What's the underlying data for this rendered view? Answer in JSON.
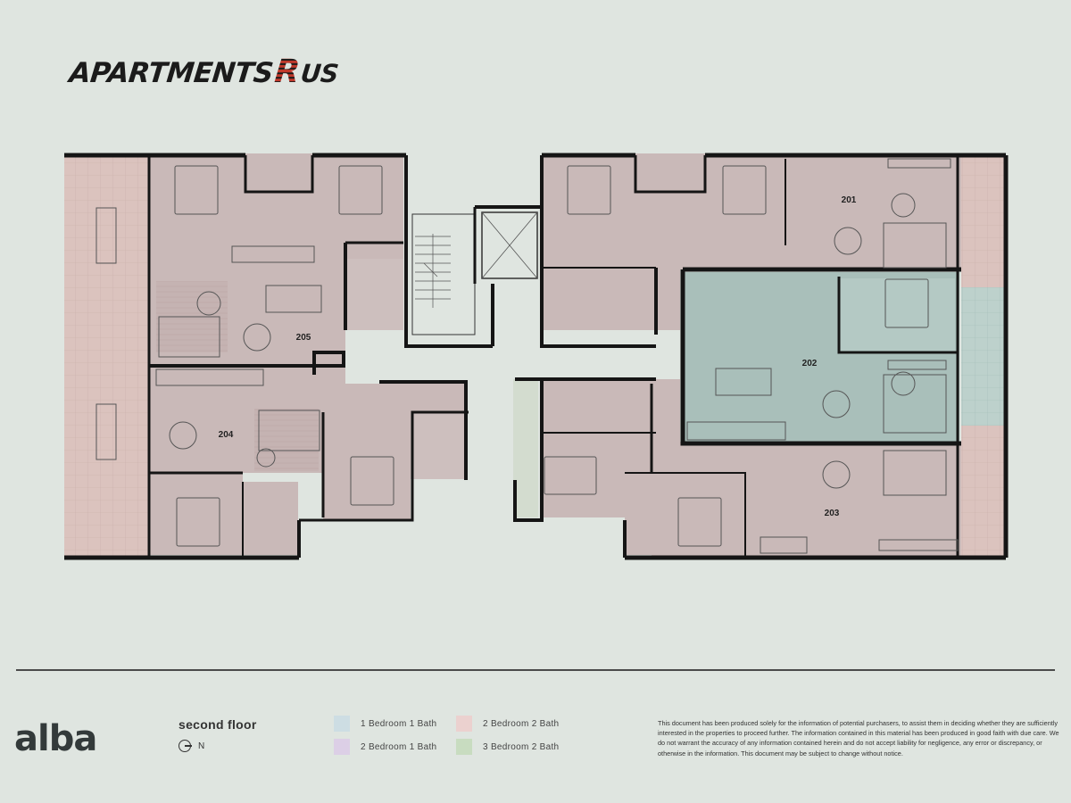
{
  "brand": {
    "part1": "APARTMENTS",
    "part2": "R",
    "part3": "US"
  },
  "logo": "alba",
  "floor": {
    "title": "second floor",
    "north_label": "N"
  },
  "legend": [
    {
      "label": "1 Bedroom 1 Bath",
      "color": "#cddde3"
    },
    {
      "label": "2 Bedroom 2 Bath",
      "color": "#ebd1cf"
    },
    {
      "label": "2 Bedroom 1 Bath",
      "color": "#dccfe6"
    },
    {
      "label": "3 Bedroom 2 Bath",
      "color": "#c8dcc0"
    }
  ],
  "disclaimer": "This document has been produced solely for the information of potential purchasers, to assist them in deciding whether they are sufficiently interested in the properties to proceed further. The information contained in this material has been produced in good faith with due care. We do not warrant the accuracy of any information contained herein and do not accept liability for negligence, any error or discrepancy, or otherwise in the information. This document may be subject to change without notice.",
  "units": [
    "201",
    "202",
    "203",
    "204",
    "205"
  ],
  "colors": {
    "unit_fill": "#c9b9b8",
    "balcony_fill": "#dbc3be",
    "unit_202_fill": "#a9bfba",
    "balcony_202_fill": "#bdd1cc",
    "core_fill": "#dfe5e0",
    "wall": "#151515"
  }
}
